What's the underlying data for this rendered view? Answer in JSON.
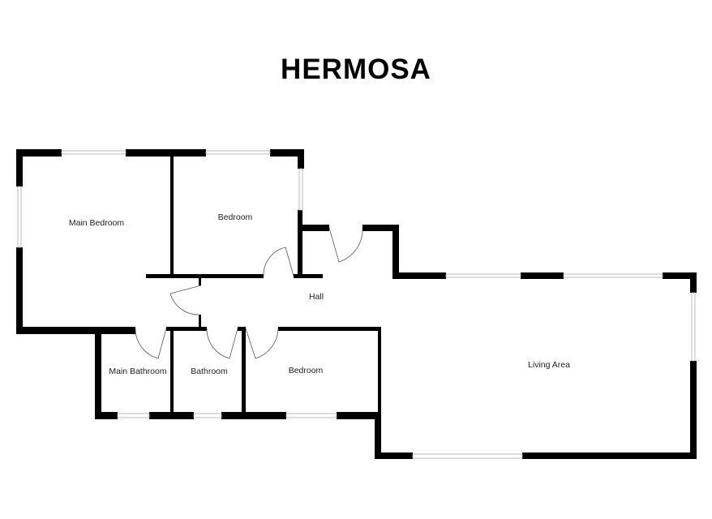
{
  "title": "HERMOSA",
  "rooms": {
    "main_bedroom": "Main Bedroom",
    "bedroom_1": "Bedroom",
    "hall": "Hall",
    "main_bathroom": "Main Bathroom",
    "bathroom": "Bathroom",
    "bedroom_2": "Bedroom",
    "living_area": "Living Area"
  },
  "colors": {
    "wall": "#000000",
    "window": "#aaaaaa",
    "door": "#555555"
  }
}
